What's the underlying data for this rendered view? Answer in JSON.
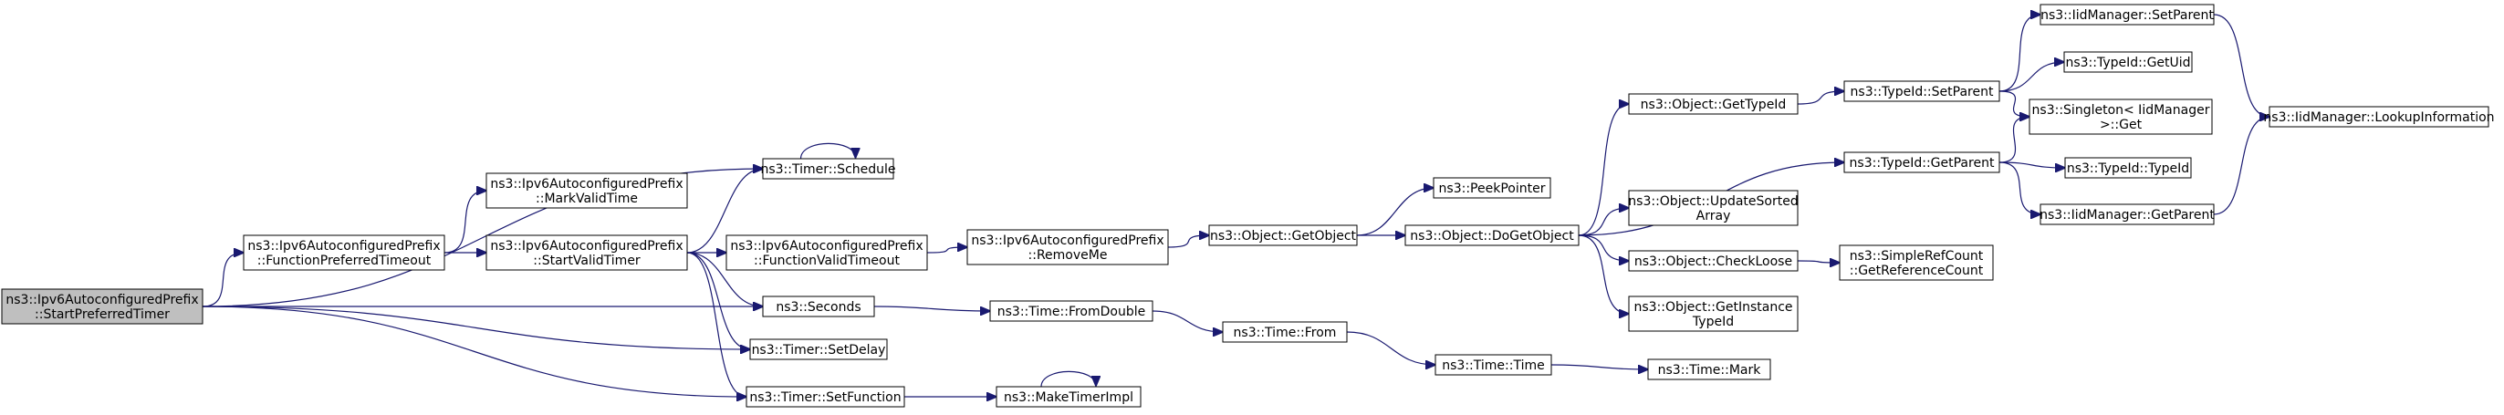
{
  "colors": {
    "edge": "#191970",
    "root_fill": "#bfbfbf",
    "node_fill": "#ffffff",
    "node_border": "#000000"
  },
  "nodes": [
    {
      "id": "root",
      "lines": [
        "ns3::Ipv6AutoconfiguredPrefix",
        "::StartPreferredTimer"
      ],
      "root": true
    },
    {
      "id": "fpt",
      "lines": [
        "ns3::Ipv6AutoconfiguredPrefix",
        "::FunctionPreferredTimeout"
      ]
    },
    {
      "id": "mvt",
      "lines": [
        "ns3::Ipv6AutoconfiguredPrefix",
        "::MarkValidTime"
      ]
    },
    {
      "id": "svt",
      "lines": [
        "ns3::Ipv6AutoconfiguredPrefix",
        "::StartValidTimer"
      ]
    },
    {
      "id": "fvt",
      "lines": [
        "ns3::Ipv6AutoconfiguredPrefix",
        "::FunctionValidTimeout"
      ]
    },
    {
      "id": "rm",
      "lines": [
        "ns3::Ipv6AutoconfiguredPrefix",
        "::RemoveMe"
      ]
    },
    {
      "id": "sched",
      "lines": [
        "ns3::Timer::Schedule"
      ]
    },
    {
      "id": "secs",
      "lines": [
        "ns3::Seconds"
      ]
    },
    {
      "id": "delay",
      "lines": [
        "ns3::Timer::SetDelay"
      ]
    },
    {
      "id": "setfn",
      "lines": [
        "ns3::Timer::SetFunction"
      ]
    },
    {
      "id": "fromdbl",
      "lines": [
        "ns3::Time::FromDouble"
      ]
    },
    {
      "id": "mti",
      "lines": [
        "ns3::MakeTimerImpl"
      ]
    },
    {
      "id": "getobj",
      "lines": [
        "ns3::Object::GetObject"
      ]
    },
    {
      "id": "from",
      "lines": [
        "ns3::Time::From"
      ]
    },
    {
      "id": "time",
      "lines": [
        "ns3::Time::Time"
      ]
    },
    {
      "id": "mark",
      "lines": [
        "ns3::Time::Mark"
      ]
    },
    {
      "id": "peek",
      "lines": [
        "ns3::PeekPointer"
      ]
    },
    {
      "id": "dogo",
      "lines": [
        "ns3::Object::DoGetObject"
      ]
    },
    {
      "id": "gettid",
      "lines": [
        "ns3::Object::GetTypeId"
      ]
    },
    {
      "id": "usa",
      "lines": [
        "ns3::Object::UpdateSorted",
        "Array"
      ]
    },
    {
      "id": "cl",
      "lines": [
        "ns3::Object::CheckLoose"
      ]
    },
    {
      "id": "git",
      "lines": [
        "ns3::Object::GetInstance",
        "TypeId"
      ]
    },
    {
      "id": "tsp",
      "lines": [
        "ns3::TypeId::SetParent"
      ]
    },
    {
      "id": "tgp",
      "lines": [
        "ns3::TypeId::GetParent"
      ]
    },
    {
      "id": "grc",
      "lines": [
        "ns3::SimpleRefCount",
        "::GetReferenceCount"
      ]
    },
    {
      "id": "imsp",
      "lines": [
        "ns3::IidManager::SetParent"
      ]
    },
    {
      "id": "guid",
      "lines": [
        "ns3::TypeId::GetUid"
      ]
    },
    {
      "id": "sing",
      "lines": [
        "ns3::Singleton< IidManager",
        " >::Get"
      ]
    },
    {
      "id": "ttid",
      "lines": [
        "ns3::TypeId::TypeId"
      ]
    },
    {
      "id": "imgp",
      "lines": [
        "ns3::IidManager::GetParent"
      ]
    },
    {
      "id": "imli",
      "lines": [
        "ns3::IidManager::LookupInformation"
      ]
    }
  ]
}
